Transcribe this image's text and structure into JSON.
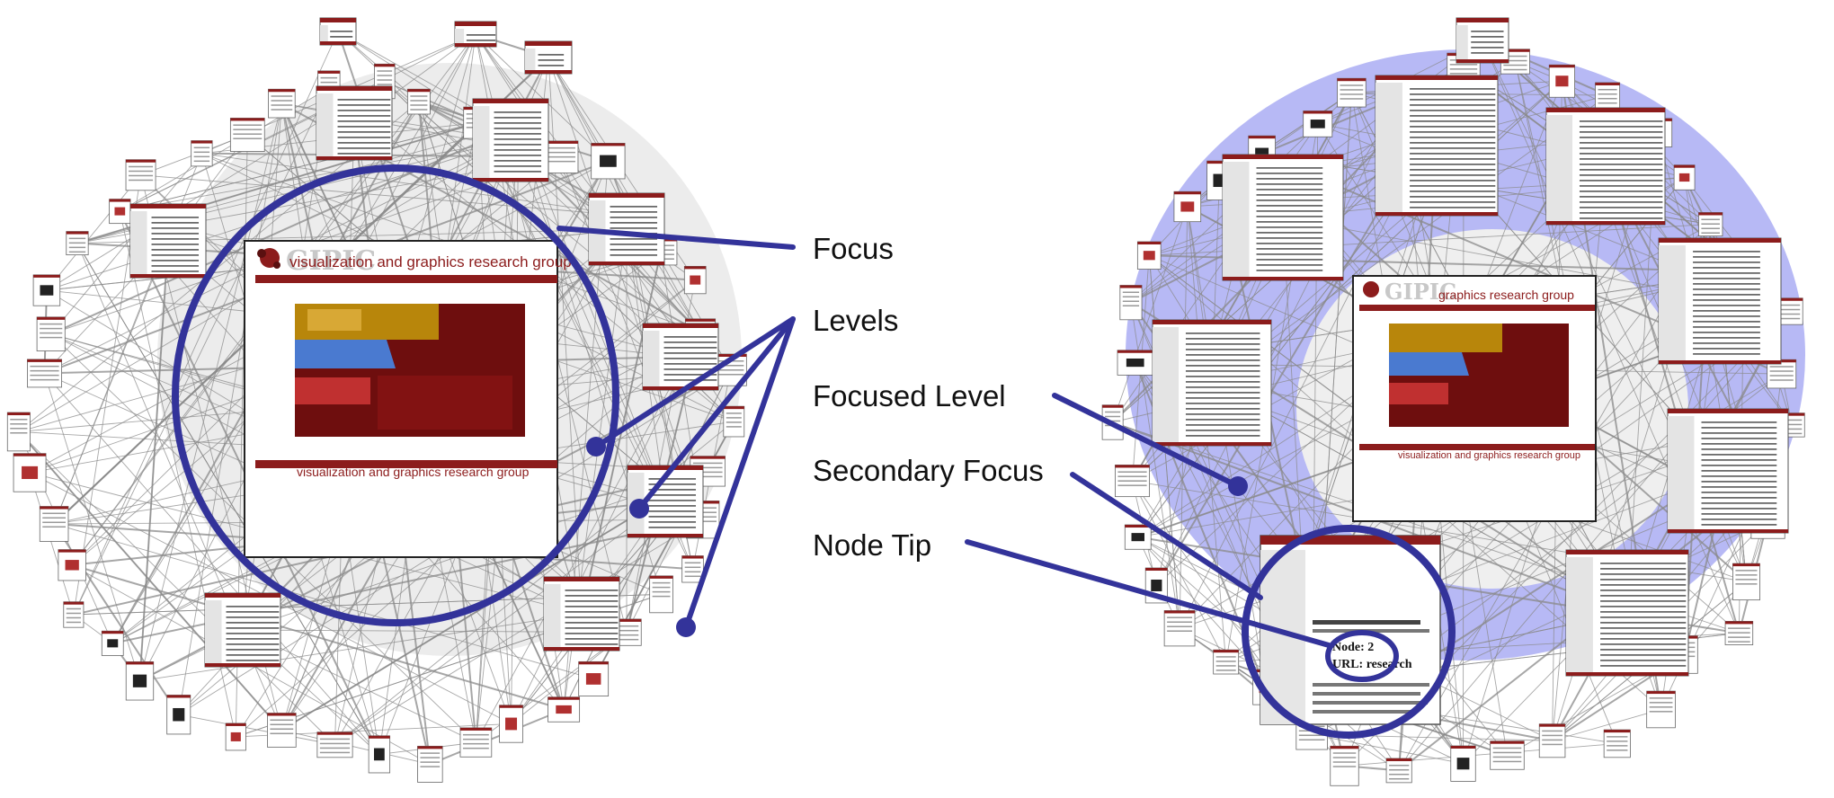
{
  "labels": {
    "focus": "Focus",
    "levels": "Levels",
    "focused_level": "Focused Level",
    "secondary_focus": "Secondary Focus",
    "node_tip": "Node Tip"
  },
  "left_view": {
    "focus_page": {
      "logo": "GIPIC",
      "banner": "visualization and graphics research group",
      "footer_banner": "visualization and graphics research group"
    }
  },
  "right_view": {
    "focus_page": {
      "logo": "GIPIC",
      "banner": "graphics research group",
      "footer_banner": "visualization and graphics research group"
    },
    "node_tip": {
      "node_line": "Node: 2",
      "url_line": "URL: research"
    }
  },
  "colors": {
    "annotation": "#33339a",
    "focused_level_ring": "#b7b9f5",
    "inner_level": "#eeeeee",
    "graph_edge": "#8a8a8a",
    "page_banner": "#8c1c1c"
  }
}
